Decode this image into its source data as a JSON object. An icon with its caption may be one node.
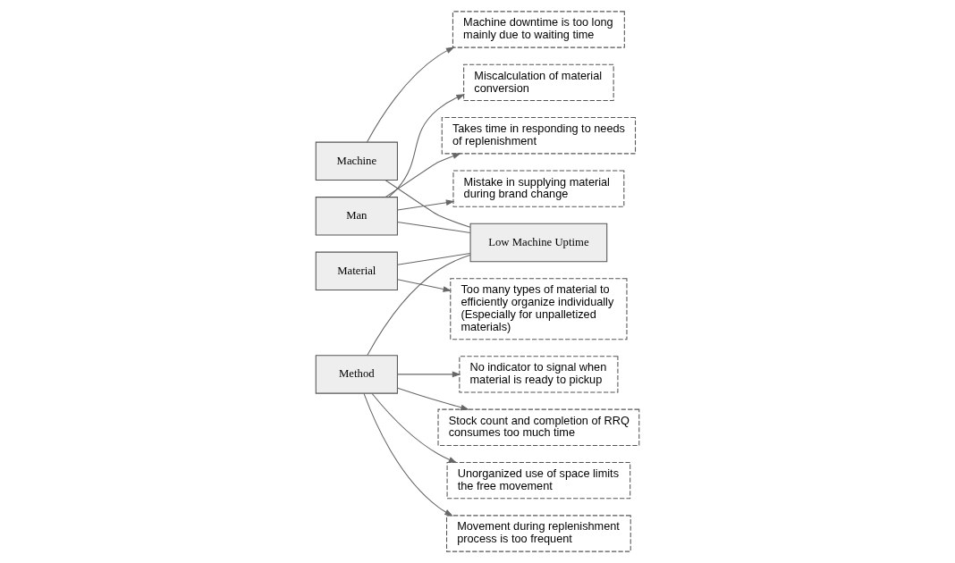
{
  "diagram": {
    "nodes": [
      {
        "text": [
          "Machine"
        ]
      },
      {
        "text": [
          "Man"
        ]
      },
      {
        "text": [
          "Machine downtime is too long mainly due to waiting time"
        ]
      },
      {
        "text": [
          "Miscalculation of material conversion"
        ]
      },
      {
        "text": [
          "Takes time in responding to needs of replenishment"
        ]
      },
      {
        "text": [
          "Mistake in supplying material  during brand change"
        ]
      },
      {
        "text": [
          "Low Machine Uptime"
        ]
      },
      {
        "text": [
          "Unorganized use of space limits the free movement"
        ]
      },
      {
        "text": [
          "Movement during replenishment process is too frequent"
        ]
      },
      {
        "text": [
          "Too many types of material to efficiently organize individually (Especially for unpalletized materials)"
        ]
      },
      {
        "text": [
          "No indicator to signal when material is ready to pickup"
        ]
      },
      {
        "text": [
          "Stock count and completion of RRQ consumes too much time"
        ]
      },
      {
        "text": [
          "Material"
        ]
      },
      {
        "text": [
          "Method"
        ]
      }
    ],
    "edges": [
      {
        "from": 0,
        "to": 6,
        "arrow": "none"
      },
      {
        "from": 1,
        "to": 6,
        "arrow": "none"
      },
      {
        "from": 12,
        "to": 6,
        "arrow": "none"
      },
      {
        "from": 13,
        "to": 6,
        "arrow": "none"
      },
      {
        "from": 0,
        "to": 2,
        "arrow": "to"
      },
      {
        "from": 1,
        "to": 3,
        "arrow": "to"
      },
      {
        "from": 1,
        "to": 4,
        "arrow": "to"
      },
      {
        "from": 1,
        "to": 5,
        "arrow": "to"
      },
      {
        "from": 13,
        "to": 7,
        "arrow": "to"
      },
      {
        "from": 13,
        "to": 8,
        "arrow": "to"
      },
      {
        "from": 12,
        "to": 9,
        "arrow": "to"
      },
      {
        "from": 13,
        "to": 10,
        "arrow": "to"
      },
      {
        "from": 13,
        "to": 11,
        "arrow": "to"
      }
    ]
  }
}
